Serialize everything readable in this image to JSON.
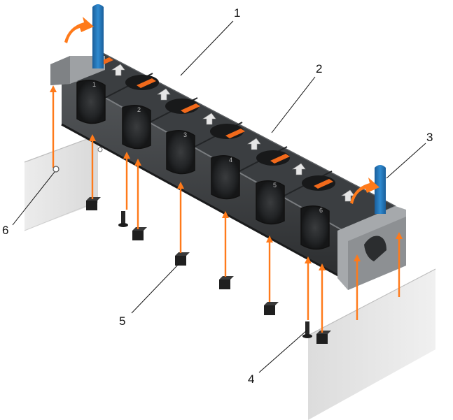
{
  "figure": {
    "callouts": [
      "1",
      "2",
      "3",
      "4",
      "5",
      "6"
    ],
    "fan_labels": [
      "1",
      "2",
      "3",
      "4",
      "5",
      "6"
    ]
  },
  "colors": {
    "cage_dark": "#2a2c2e",
    "cage_mid": "#4a4d50",
    "cage_light": "#9a9da0",
    "fan_hole": "#1c1d1f",
    "handle_blue": "#1e73b8",
    "latch_orange": "#f26a1b",
    "arrow_orange": "#ff7a1a",
    "chassis_wall": "#e4e4e4",
    "pin_dark": "#202020"
  },
  "icons": [
    "rotate-arrow-icon",
    "direction-arrow-icon",
    "fan-icon"
  ]
}
